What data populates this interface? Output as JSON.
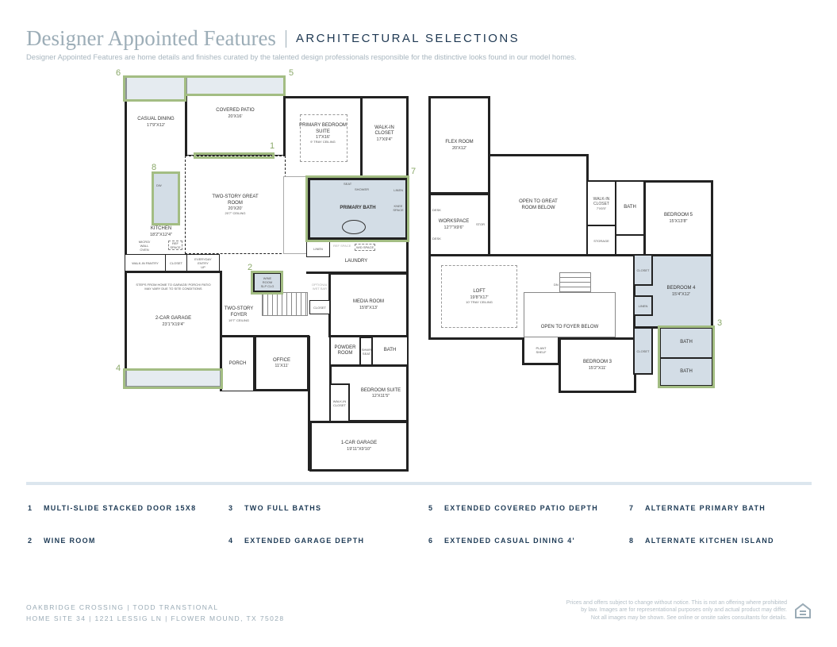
{
  "header": {
    "title": "Designer Appointed Features",
    "subtitle": "ARCHITECTURAL SELECTIONS",
    "description": "Designer Appointed Features are home details and finishes curated by the talented design professionals responsible for the distinctive looks found in our model homes."
  },
  "floor1": {
    "casual_dining": {
      "name": "CASUAL DINING",
      "dim": "17'9\"X12'"
    },
    "covered_patio": {
      "name": "COVERED PATIO",
      "dim": "20'X16'"
    },
    "primary_bedroom": {
      "name": "PRIMARY BEDROOM SUITE",
      "dim": "17'X16'",
      "note": "9' TRAY CEILING"
    },
    "walk_in_closet": {
      "name": "WALK-IN CLOSET",
      "dim": "17'X9'4\""
    },
    "great_room": {
      "name": "TWO-STORY GREAT ROOM",
      "dim": "20'X20'",
      "note": "20'7\" CEILING"
    },
    "primary_bath": {
      "name": "PRIMARY BATH",
      "seat": "SEAT",
      "shower": "SHOWER",
      "linen": "LINEN",
      "knee": "KNEE SPACE"
    },
    "kitchen": {
      "name": "KITCHEN",
      "dim": "18'2\"X12'4\"",
      "dw": "DW",
      "micro": "MICRO/ WALL OVEN",
      "ref": "REF SPACE"
    },
    "walk_in_pantry": "WALK-IN PANTRY",
    "closet": "CLOSET",
    "everyday_entry": "EVERYDAY ENTRY",
    "up": "UP",
    "linen": "LINEN",
    "ref_space": "REF SPACE",
    "wd_space": "W/D SPACE",
    "laundry": "LAUNDRY",
    "garage_note": "STEPS FROM HOME TO GARAGE/ PORCH/ PATIO MAY VARY DUE TO SITE CONDITIONS",
    "garage2": {
      "name": "2-CAR GARAGE",
      "dim": "23'1\"X19'4\""
    },
    "wine_room": {
      "name": "WINE ROOM",
      "note": "SLP CLG"
    },
    "wet_bar": "OPTIONAL WET BAR",
    "foyer": {
      "name": "TWO-STORY FOYER",
      "note": "19'7\" CEILING"
    },
    "media_room": {
      "name": "MEDIA ROOM",
      "dim": "15'8\"X13'"
    },
    "porch": "PORCH",
    "office": {
      "name": "OFFICE",
      "dim": "11'X11'"
    },
    "powder_room": "POWDER ROOM",
    "shower": "SHWR",
    "seat": "SEAT",
    "bath": "BATH",
    "bedroom_suite": {
      "name": "BEDROOM SUITE",
      "dim": "12'X11'5\""
    },
    "walk_in_closet2": "WALK-IN CLOSET",
    "garage1": {
      "name": "1-CAR GARAGE",
      "dim": "19'11\"X9'10\""
    }
  },
  "floor2": {
    "flex_room": {
      "name": "FLEX ROOM",
      "dim": "20'X12'"
    },
    "workspace": {
      "name": "WORKSPACE",
      "dim": "12'7\"X9'6\""
    },
    "desk": "DESK",
    "stor": "STOR",
    "open_great": "OPEN TO GREAT ROOM BELOW",
    "walk_in_closet": {
      "name": "WALK-IN CLOSET",
      "dim": "7'X5'5\""
    },
    "bath": "BATH",
    "storage": "STORAGE",
    "bedroom5": {
      "name": "BEDROOM 5",
      "dim": "15'X13'8\""
    },
    "loft": {
      "name": "LOFT",
      "dim": "19'8\"X17'",
      "note": "10' TRAY CEILING"
    },
    "dn": "DN",
    "open_foyer": "OPEN TO FOYER BELOW",
    "closet": "CLOSET",
    "linen": "LINEN",
    "bedroom4": {
      "name": "BEDROOM 4",
      "dim": "15'4\"X12'"
    },
    "plant_shelf": "PLANT SHELF",
    "bedroom3": {
      "name": "BEDROOM 3",
      "dim": "15'2\"X11'"
    }
  },
  "callouts": [
    "1",
    "2",
    "3",
    "4",
    "5",
    "6",
    "7",
    "8"
  ],
  "legend": [
    {
      "num": "1",
      "label": "MULTI-SLIDE STACKED DOOR 15X8"
    },
    {
      "num": "2",
      "label": "WINE ROOM"
    },
    {
      "num": "3",
      "label": "TWO FULL BATHS"
    },
    {
      "num": "4",
      "label": "EXTENDED GARAGE DEPTH"
    },
    {
      "num": "5",
      "label": "EXTENDED COVERED PATIO DEPTH"
    },
    {
      "num": "6",
      "label": "EXTENDED CASUAL DINING 4'"
    },
    {
      "num": "7",
      "label": "ALTERNATE PRIMARY BATH"
    },
    {
      "num": "8",
      "label": "ALTERNATE KITCHEN ISLAND"
    }
  ],
  "footer": {
    "community": "OAKBRIDGE CROSSING  | TODD TRANSTIONAL",
    "address": "HOME SITE 34  |  1221 LESSIG LN  |  FLOWER MOUND, TX 75028",
    "disclaimer": [
      "Prices and offers subject to change without notice. This is not an offering where prohibited",
      "by law. Images are for representational purposes only and actual product may differ.",
      "Not all images may be shown. See online or onsite sales consultants for details."
    ]
  },
  "colors": {
    "highlight": "#a3bd83",
    "fill": "#d3dde6",
    "navy": "#1d3a55"
  }
}
